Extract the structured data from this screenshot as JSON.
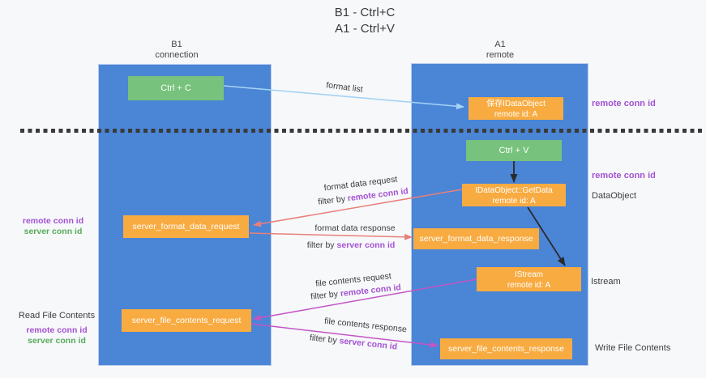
{
  "title": {
    "line1": "B1 - Ctrl+C",
    "line2": "A1 - Ctrl+V"
  },
  "columns": {
    "left": {
      "name": "B1",
      "role": "connection"
    },
    "right": {
      "name": "A1",
      "role": "remote"
    }
  },
  "nodes": {
    "ctrl_c": {
      "label": "Ctrl + C"
    },
    "ctrl_v": {
      "label": "Ctrl + V"
    },
    "save_dataobject": {
      "line1": "保存IDataObject",
      "line2": "remote id: A"
    },
    "getdata": {
      "line1": "IDataObject::GetData",
      "line2": "remote id: A"
    },
    "istream": {
      "line1": "IStream",
      "line2": "remote id: A"
    },
    "server_format_data_request": {
      "label": "server_format_data_request"
    },
    "server_format_data_response": {
      "label": "server_format_data_response"
    },
    "server_file_contents_request": {
      "label": "server_file_contents_request"
    },
    "server_file_contents_response": {
      "label": "server_file_contents_response"
    }
  },
  "edge_labels": {
    "format_list": "format list",
    "format_data_request": "format data request",
    "format_data_response": "format data response",
    "file_contents_request": "file contents request",
    "file_contents_response": "file contents response",
    "filter_by": "filter by",
    "remote_conn_id": "remote conn id",
    "server_conn_id": "server conn id"
  },
  "annotations": {
    "remote_conn_id": "remote conn id",
    "server_conn_id": "server conn id",
    "data_object": "DataObject",
    "istream": "Istream",
    "read_file_contents": "Read File Contents",
    "write_file_contents": "Write File Contents"
  },
  "colors": {
    "lane_fill": "#4a85d6",
    "node_green": "#77c27c",
    "node_orange": "#f8ab41",
    "arrow_light_blue": "#a5d3f3",
    "arrow_salmon": "#e8807a",
    "arrow_magenta": "#c356c4",
    "arrow_black": "#2b2b2b",
    "text_purple": "#a352d2",
    "text_green": "#57ab5b"
  }
}
